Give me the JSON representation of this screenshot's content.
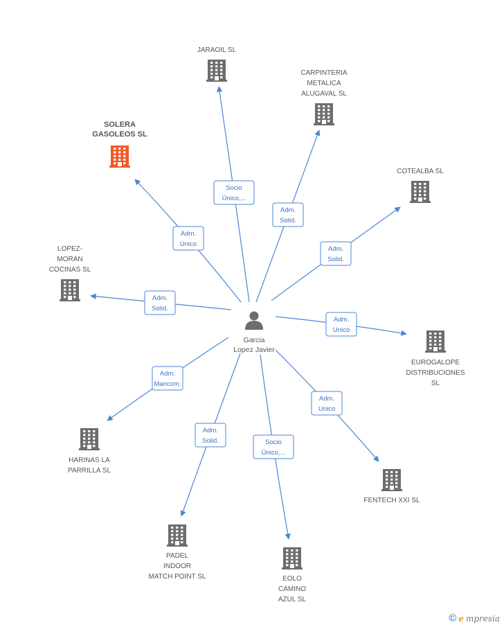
{
  "center": {
    "label_lines": [
      "Garcia",
      "Lopez Javier"
    ]
  },
  "colors": {
    "edge": "#4a86d4",
    "building": "#6d6d6d",
    "building_highlight": "#f05a28",
    "person": "#6d6d6d"
  },
  "nodes": [
    {
      "id": "solera",
      "label_lines": [
        "SOLERA",
        "GASOLEOS SL"
      ],
      "highlight": true,
      "relation_lines": [
        "Adm.",
        "Unico"
      ]
    },
    {
      "id": "jaraoil",
      "label_lines": [
        "JARAOIL  SL"
      ],
      "highlight": false,
      "relation_lines": [
        "Socio",
        "Único,..."
      ]
    },
    {
      "id": "carpinteria",
      "label_lines": [
        "CARPINTERIA",
        "METALICA",
        "ALUGAVAL SL"
      ],
      "highlight": false,
      "relation_lines": [
        "Adm.",
        "Solid."
      ]
    },
    {
      "id": "cotealba",
      "label_lines": [
        "COTEALBA SL"
      ],
      "highlight": false,
      "relation_lines": [
        "Adm.",
        "Solid."
      ]
    },
    {
      "id": "lopez-moran",
      "label_lines": [
        "LOPEZ-",
        "MORAN",
        "COCINAS SL"
      ],
      "highlight": false,
      "relation_lines": [
        "Adm.",
        "Solid."
      ]
    },
    {
      "id": "eurogalope",
      "label_lines": [
        "EUROGALOPE",
        "DISTRIBUCIONES",
        "SL"
      ],
      "highlight": false,
      "relation_lines": [
        "Adm.",
        "Unico"
      ]
    },
    {
      "id": "harinas",
      "label_lines": [
        "HARINAS LA",
        "PARRILLA SL"
      ],
      "highlight": false,
      "relation_lines": [
        "Adm.",
        "Mancom."
      ]
    },
    {
      "id": "fentech",
      "label_lines": [
        "FENTECH XXI  SL"
      ],
      "highlight": false,
      "relation_lines": [
        "Adm.",
        "Unico"
      ]
    },
    {
      "id": "padel",
      "label_lines": [
        "PADEL",
        "INDOOR",
        "MATCH POINT SL"
      ],
      "highlight": false,
      "relation_lines": [
        "Adm.",
        "Solid."
      ]
    },
    {
      "id": "eolo",
      "label_lines": [
        "EOLO",
        "CAMINO",
        "AZUL SL"
      ],
      "highlight": false,
      "relation_lines": [
        "Socio",
        "Único,..."
      ]
    }
  ],
  "footer": {
    "copyright_symbol": "©",
    "brand_initial": "e",
    "brand_rest": "mpresia"
  }
}
